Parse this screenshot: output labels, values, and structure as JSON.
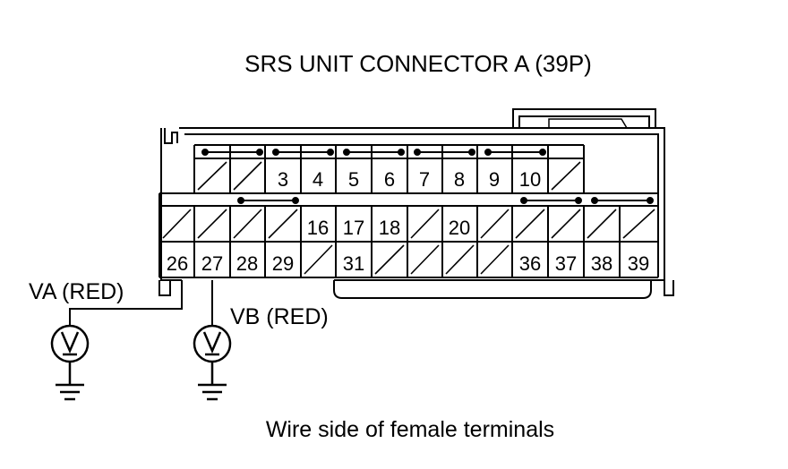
{
  "title": "SRS UNIT CONNECTOR A (39P)",
  "footer": "Wire side of female terminals",
  "probes": {
    "va_label": "VA (RED)",
    "vb_label": "VB (RED)",
    "va_terminal": "26",
    "vb_terminal": "27"
  },
  "terminals": {
    "row1": [
      "",
      "",
      "3",
      "4",
      "5",
      "6",
      "7",
      "8",
      "9",
      "10",
      ""
    ],
    "row2": [
      "",
      "",
      "",
      "",
      "16",
      "17",
      "18",
      "",
      "20",
      "",
      "",
      "",
      "",
      ""
    ],
    "row3": [
      "26",
      "27",
      "28",
      "29",
      "",
      "31",
      "",
      "",
      "",
      "",
      "36",
      "37",
      "38",
      "39"
    ]
  },
  "icons": {
    "voltmeter": "voltmeter-icon",
    "ground": "ground-icon",
    "shorting_bar": "shorting-bar-icon"
  }
}
